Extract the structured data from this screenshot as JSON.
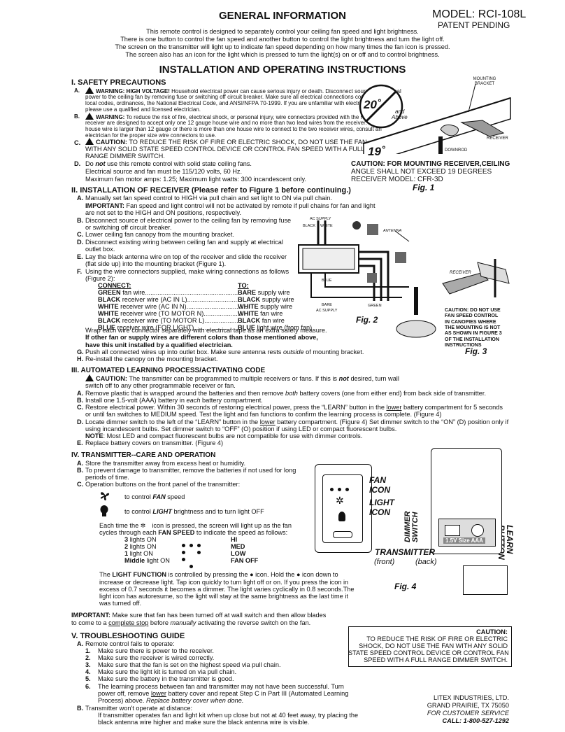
{
  "header": {
    "title": "GENERAL INFORMATION",
    "model": "MODEL: RCI-108L",
    "patent": "PATENT PENDING",
    "intro": [
      "This remote control is designed to separately control your ceiling fan speed and light brightness.",
      "There is one button to control the fan speed and another button to control the light brightness and turn the light off.",
      "The screen on the transmitter will light up to indicate fan speed depending on how many times the fan icon is pressed.",
      "The screen also has an icon for the light which is pressed to turn the light(s) on or off and to control brightness."
    ]
  },
  "main_title": "INSTALLATION AND OPERATING INSTRUCTIONS",
  "s1": {
    "heading": "I. SAFETY PRECAUTIONS",
    "a_letter": "A.",
    "a_warn": "WARNING: HIGH VOLTAGE!",
    "a_lines": [
      "Household electrical power can cause serious injury or death. Disconnect source of electrical",
      "power to the ceiling fan by removing fuse or switching off circuit breaker. Make sure all electrical connections comply with",
      "local codes, ordinances, the National Electrical Code, and ANSI/NFPA 70-1999. If you are unfamiliar with electrical wiring,",
      "please use a qualified and licensed electrician."
    ],
    "b_letter": "B.",
    "b_warn": "WARNING:",
    "b_lines": [
      "To reduce the risk of fire, electrical shock, or personal injury, wire connectors provided with the remote control",
      "receiver are designed to accept only one 12 gauge house wire and no more than two lead wires from the receiver.  If your",
      "house wire is larger than 12 gauge or there is more than one house wire to connect to the two receiver wires, consult an",
      "electrician for the proper size wire connectors to use."
    ],
    "c_letter": "C.",
    "c_warn": "CAUTION:",
    "c_lines": [
      "TO REDUCE THE RISK OF FIRE OR ELECTRIC SHOCK, DO NOT USE THE FAN",
      "WITH ANY SOLID STATE SPEED CONTROL DEVICE OR CONTROL FAN SPEED WITH A FULL",
      "RANGE DIMMER SWITCH."
    ],
    "d_letter": "D.",
    "d_do": "Do",
    "d_not": "not",
    "d_rest": "use this remote control with solid state ceiling fans.",
    "d_lines": [
      "Electrical source and fan must be 115/120 volts, 60 Hz.",
      "Maximum fan motor amps: 1.25; Maximum light watts: 300 incandescent only."
    ]
  },
  "fig1": {
    "mounting_bracket": "MOUNTING BRACKET",
    "angle_big": "20˚",
    "angle_and": "and",
    "angle_above": "Above",
    "angle_19": "19˚",
    "receiver": "RECEIVER",
    "downrod": "DOWNROD",
    "caption_lines": [
      "CAUTION: FOR MOUNTING RECEIVER,CEILING",
      "ANGLE SHALL NOT EXCEED 19 DEGREES",
      "RECEIVER MODEL: CFR-3D"
    ],
    "label": "Fig. 1"
  },
  "s2": {
    "heading": "II. INSTALLATION OF RECEIVER (Please refer to Figure 1 before continuing.)",
    "a_letter": "A.",
    "a_lines": [
      "Manually set fan speed control to HIGH via pull chain and set light to ON via pull chain.",
      "Fan speed and light control will not be activated by remote if pull chains for fan and light",
      "are not set to the HIGH and ON positions, respectively."
    ],
    "a_important": "IMPORTANT:",
    "b_letter": "B.",
    "b_lines": [
      "Disconnect source of electrical power to the ceiling fan by removing fuse",
      "or switching off circuit breaker."
    ],
    "c_letter": "C.",
    "c_line": "Lower ceiling fan canopy from the mounting bracket.",
    "d_letter": "D.",
    "d_lines": [
      "Disconnect existing wiring between ceiling fan and supply at electrical",
      "outlet box."
    ],
    "e_letter": "E.",
    "e_lines": [
      "Lay the black antenna wire on top of the receiver and slide the receiver",
      "(flat side up) into the mounting bracket (Figure 1)."
    ],
    "f_letter": "F.",
    "f_lines": [
      "Using the wire connectors supplied, make wiring connections as follows",
      "(Figure 2):"
    ],
    "connect_head": "CONNECT:",
    "to_head": "TO:",
    "connections": [
      {
        "from_b": "GREEN",
        "from_r": " fan wire.....................................................",
        "to_b": "BARE",
        "to_r": " supply wire"
      },
      {
        "from_b": "BLACK",
        "from_r": " receiver wire (AC IN L)..................................",
        "to_b": "BLACK",
        "to_r": " supply wire"
      },
      {
        "from_b": "WHITE",
        "from_r": " receiver wire (AC IN N)..................................",
        "to_b": "WHITE",
        "to_r": " supply wire"
      },
      {
        "from_b": "WHITE",
        "from_r": " receiver wire (TO MOTOR N)......................",
        "to_b": "WHITE",
        "to_r": " fan wire"
      },
      {
        "from_b": "BLACK",
        "from_r": " receiver wire (TO MOTOR L)......................",
        "to_b": "BLACK",
        "to_r": " fan wire"
      },
      {
        "from_b": "BLUE",
        "from_r": " receiver wire (FOR LIGHT)..........................",
        "to_b": "BLUE",
        "to_r": " light wire (from fan)"
      }
    ],
    "wrap_line": "Wrap each wire connector separately with electrical tape as an extra safety measure.",
    "bold_lines": [
      "If other fan or supply wires are different colors than those mentioned above,",
      "have this unit installed by a qualified electrician."
    ],
    "g_letter": "G.",
    "g_pre": "Push all connected wires up into outlet box. Make sure antenna rests",
    "g_it": "outside",
    "g_post": "of mounting bracket.",
    "h_letter": "H.",
    "h_line": "Re-install the canopy on the mounting bracket."
  },
  "fig2": {
    "ac_supply": "AC SUPPLY",
    "black": "BLACK",
    "white": "WHITE",
    "antenna": "ANTENNA",
    "blue": "BLUE",
    "bare": "BARE",
    "green": "GREEN",
    "ac_supply2": "AC SUPPLY",
    "label": "Fig. 2"
  },
  "fig3": {
    "receiver": "RECEIVER",
    "caution_lines": [
      "CAUTION: DO NOT USE",
      "FAN SPEED CONTROL",
      "IN CANOPIES WHERE",
      "THE MOUNTING IS NOT",
      "AS SHOWN IN FIGURE 3",
      "OF THE INSTALLATION",
      "INSTRUCTIONS"
    ],
    "label": "Fig. 3"
  },
  "s3": {
    "heading": "III.  AUTOMATED LEARNING PROCESS/ACTIVATING CODE",
    "caution_pre": "CAUTION:",
    "caution_text": "The transmitter can be programmed to multiple receivers or fans. If this is",
    "caution_not": "not",
    "caution_post": "desired, turn wall",
    "caution_line2": "switch off to any other programmable receiver or fan.",
    "a": "A.",
    "a_pre": "Remove plastic that is wrapped around the batteries and then remove",
    "a_it": "both",
    "a_post": "battery covers (one from either end) from back side of transmitter.",
    "b": "B.",
    "b_pre": "Install one 1.5-volt (AAA) battery in",
    "b_it": "each",
    "b_post": "battery compartment.",
    "c": "C.",
    "c_pre": "Restore electrical power. Within 30 seconds of restoring electrical power, press the “LEARN” button in the",
    "c_u": "lower",
    "c_post": "battery compartment for 5 seconds",
    "c_line2": "or until fan switches to MEDIUM speed. Test the light and fan functions to confirm the learning process is complete. (Figure 4)",
    "d": "D.",
    "d_pre": "Locate dimmer switch to the left of the “LEARN” button in the",
    "d_u": "lower",
    "d_post": "battery compartment. (Figure 4) Set dimmer switch to the “ON” (D) position only if",
    "d_line2_pre": "using incandescent bulbs. Set dimmer switch to “OFF” (O) position if using LED or compact fluorescent bulbs.",
    "note_b": "NOTE",
    "note": ": Most LED and compact fluorescent bulbs are not compatible for use with dimmer controls.",
    "e": "E.",
    "e_line": "Replace battery covers on transmitter. (Figure 4)"
  },
  "s4": {
    "heading": "IV.   TRANSMITTER--CARE AND OPERATION",
    "a": "A.",
    "a_line": "Store the transmitter away from excess heat or humidity.",
    "b": "B.",
    "b_lines": [
      "To prevent damage to transmitter, remove the batteries if not used for long",
      "periods of time."
    ],
    "c": "C.",
    "c_line": "Operation buttons on the front panel of the transmitter:",
    "fan_pre": "to control",
    "fan_b": "FAN",
    "fan_post": "speed",
    "light_pre": "to control",
    "light_b": "LIGHT",
    "light_post": "brightness and to turn light OFF",
    "each_pre": "Each time the",
    "each_post": "icon is pressed, the screen will light up as the fan",
    "each_line2_pre": "cycles through each",
    "each_line2_b": "FAN SPEED",
    "each_line2_post": "to indicate the speed as follows:",
    "speeds": [
      {
        "count": "3",
        "suffix": "lights ON",
        "dots": 3,
        "label": "HI"
      },
      {
        "count": "2",
        "suffix": "lights ON",
        "dots": 2,
        "label": "MED"
      },
      {
        "count": "1",
        "suffix": "light ON",
        "dots": 1,
        "label": "LOW"
      },
      {
        "count": "Middle",
        "suffix": "light ON",
        "dots": 1,
        "label": "FAN OFF"
      }
    ],
    "lf_pre": "The",
    "lf_b": "LIGHT FUNCTION",
    "lf_mid": "is controlled by pressing the",
    "lf_post": "icon. Hold the",
    "lf_post2": "icon down to",
    "lf_lines": [
      "increase or decrease light. Tap icon quickly to turn light off or on. If you press the icon in",
      "excess of 0.7 seconds it becomes a dimmer. The light varies cyclically in 0.8 seconds.The",
      "light icon has autoresume, so the light will stay at the same brightness as the last time it",
      "was turned off."
    ]
  },
  "fig4": {
    "fan_icon": "FAN ICON",
    "light_icon": "LIGHT ICON",
    "dimmer_switch": "DIMMER SWITCH",
    "learn_button": "LEARN BUTTON",
    "battery": "1.5V Size AAA",
    "transmitter": "TRANSMITTER",
    "front": "(front)",
    "back": "(back)",
    "label": "Fig. 4"
  },
  "important": {
    "b": "IMPORTANT:",
    "line1": "Make sure that fan has been turned off at wall switch and then allow blades",
    "line2_pre": "to come to a",
    "line2_u": "complete stop",
    "line2_mid": "before",
    "line2_it": "manually",
    "line2_post": "activating the reverse switch on the fan."
  },
  "s5": {
    "heading": "V. TROUBLESHOOTING GUIDE",
    "a": "A.",
    "a_line": "Remote control fails to operate:",
    "steps": [
      {
        "n": "1.",
        "t": "Make sure there is power to the receiver."
      },
      {
        "n": "2.",
        "t": "Make sure the receiver is wired correctly."
      },
      {
        "n": "3.",
        "t": "Make sure that the fan is set on the highest speed via pull chain."
      },
      {
        "n": "4.",
        "t": "Make sure the light kit is turned on via pull chain."
      },
      {
        "n": "5.",
        "t": "Make sure the battery in the transmitter is good."
      }
    ],
    "s6_n": "6.",
    "s6_line1": "The learning process between fan and transmitter may not have been successful. Turn",
    "s6_line2_pre": "power off, remove",
    "s6_line2_u": "lower",
    "s6_line2_post": "battery cover and repeat Step C in Part III (Automated Learning",
    "s6_line3_pre": "Process) above.",
    "s6_line3_it": "Replace battery cover when done.",
    "b": "B.",
    "b_line": "Transmitter won't operate at distance:",
    "b_lines": [
      "If transmitter operates fan and light kit when up close but not at 40 feet away, try placing the",
      "black antenna wire higher and make sure the black antenna wire is visible."
    ]
  },
  "caution_box": {
    "title": "CAUTION:",
    "lines": [
      "TO REDUCE THE RISK OF FIRE OR ELECTRIC",
      "SHOCK, DO NOT USE THE FAN WITH ANY SOLID",
      "STATE SPEED CONTROL DEVICE OR CONTROL FAN",
      "SPEED WITH A FULL RANGE DIMMER SWITCH."
    ]
  },
  "company": {
    "name": "LITEX INDUSTRIES, LTD.",
    "city": "GRAND PRAIRIE, TX  75050",
    "service": "FOR CUSTOMER SERVICE",
    "call": "CALL: 1-800-527-1292"
  }
}
